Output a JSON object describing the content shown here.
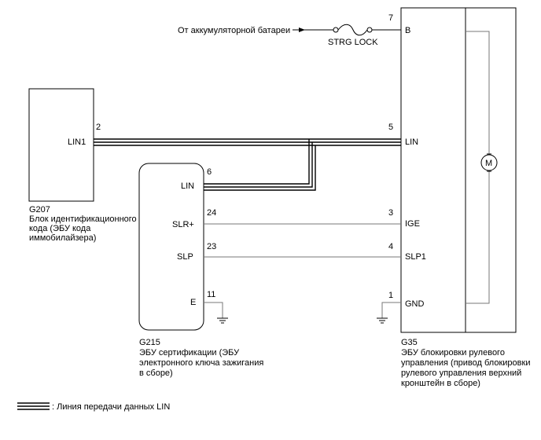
{
  "battery_source": {
    "label": "От аккумуляторной батареи",
    "fuse_label": "STRG LOCK"
  },
  "g207": {
    "code": "G207",
    "desc_lines": [
      "Блок идентификационного",
      "кода (ЭБУ кода",
      "иммобилайзера)"
    ],
    "pin_number": "2",
    "pin_label": "LIN1"
  },
  "g215": {
    "code": "G215",
    "desc_lines": [
      "ЭБУ сертификации (ЭБУ",
      "электронного ключа зажигания",
      "в сборе)"
    ],
    "pins": [
      {
        "number": "6",
        "label": "LIN"
      },
      {
        "number": "24",
        "label": "SLR+"
      },
      {
        "number": "23",
        "label": "SLP"
      },
      {
        "number": "11",
        "label": "E"
      }
    ]
  },
  "g35": {
    "code": "G35",
    "desc_lines": [
      "ЭБУ блокировки рулевого",
      "управления (привод блокировки",
      "рулевого управления верхний",
      "кронштейн в сборе)"
    ],
    "pins": [
      {
        "number": "7",
        "label": "B"
      },
      {
        "number": "5",
        "label": "LIN"
      },
      {
        "number": "3",
        "label": "IGE"
      },
      {
        "number": "4",
        "label": "SLP1"
      },
      {
        "number": "1",
        "label": "GND"
      }
    ],
    "motor_symbol": "M"
  },
  "legend": {
    "text": ": Линия передачи данных LIN"
  }
}
